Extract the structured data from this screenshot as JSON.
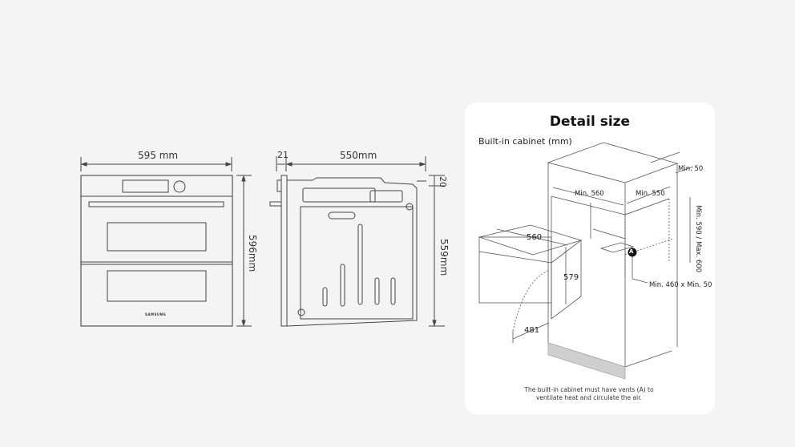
{
  "front_view": {
    "width_label": "595 mm",
    "height_label": "596mm",
    "brand_label": "SAMSUNG"
  },
  "side_view": {
    "door_depth_label": "21",
    "depth_label": "550mm",
    "top_gap_label": "20",
    "height_label": "559mm"
  },
  "detail_card": {
    "title": "Detail size",
    "subtitle": "Built-in cabinet (mm)",
    "dims": {
      "cab_min_50_top": "Min. 50",
      "cab_min_560": "Min. 560",
      "cab_min_550": "Min. 550",
      "cab_height": "Min. 590 / Max. 600",
      "oven_width": "560",
      "oven_height": "579",
      "door_open": "481",
      "vent_marker": "A",
      "vent_size": "Min. 460 x Min. 50"
    },
    "note": "The built-in cabinet must have vents (A) to ventilate heat and circulate the air."
  }
}
